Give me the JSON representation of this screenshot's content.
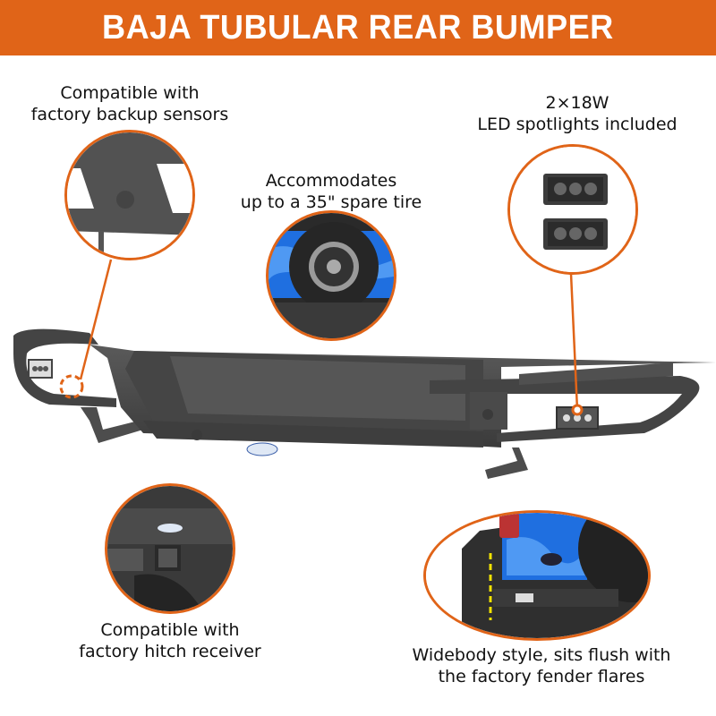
{
  "banner": {
    "title": "BAJA TUBULAR REAR BUMPER",
    "color": "#E06418"
  },
  "features": [
    {
      "id": "backup-sensors",
      "lines": [
        "Compatible with",
        "factory backup sensors"
      ],
      "icon": "sensor-closeup-image"
    },
    {
      "id": "spare-tire",
      "lines": [
        "Accommodates",
        "up to a 35\" spare tire"
      ],
      "icon": "spare-tire-image"
    },
    {
      "id": "led-spotlights",
      "lines": [
        "2×18W",
        "LED spotlights included"
      ],
      "icon": "led-spotlights-image"
    },
    {
      "id": "hitch-receiver",
      "lines": [
        "Compatible with",
        "factory hitch receiver"
      ],
      "icon": "hitch-receiver-image"
    },
    {
      "id": "widebody",
      "lines": [
        "Widebody style, sits flush with",
        "the factory fender flares"
      ],
      "icon": "fender-flare-image"
    }
  ],
  "product": {
    "name": "rear bumper",
    "finish_color": "#4a4a4a",
    "badge_color": "#dfe8f5"
  },
  "accent_colors": {
    "callout": "#E06418",
    "guide_line": "#f2e200",
    "paint_blue": "#1f6fe0"
  }
}
